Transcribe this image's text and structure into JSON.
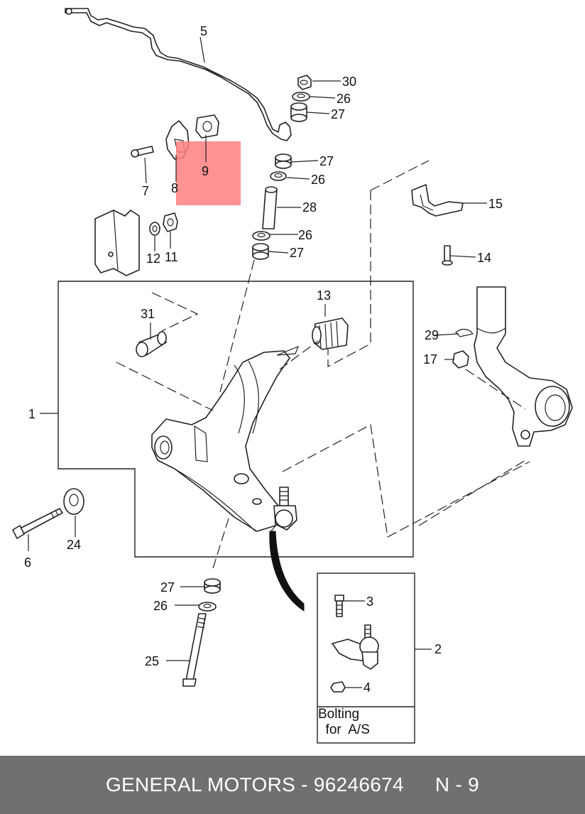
{
  "diagram": {
    "callouts": {
      "c1": "1",
      "c2": "2",
      "c3": "3",
      "c4": "4",
      "c5": "5",
      "c6": "6",
      "c7": "7",
      "c8": "8",
      "c9": "9",
      "c11": "11",
      "c12": "12",
      "c13": "13",
      "c14": "14",
      "c15": "15",
      "c17": "17",
      "c24": "24",
      "c25": "25",
      "c26a": "26",
      "c26b": "26",
      "c26c": "26",
      "c26d": "26",
      "c27a": "27",
      "c27b": "27",
      "c27c": "27",
      "c27d": "27",
      "c28": "28",
      "c29": "29",
      "c30": "30",
      "c31": "31"
    },
    "highlight_color": "#ff8080",
    "inset_caption_line1": "Bolting",
    "inset_caption_line2": "  for  A/S"
  },
  "footer": {
    "brand": "GENERAL MOTORS",
    "separator": "-",
    "part_number": "96246674",
    "page_ref": "N - 9",
    "background": "#707070"
  }
}
